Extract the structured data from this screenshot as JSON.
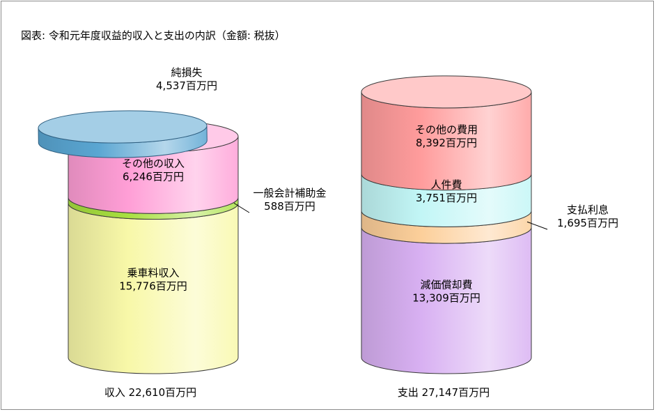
{
  "chart_data": {
    "type": "stacked-cylinder",
    "title": "図表: 令和元年度収益的収入と支出の内訳（金額: 税抜）",
    "unit": "百万円",
    "columns": [
      {
        "key": "revenue",
        "label": "収入",
        "total": 22610,
        "total_text": "収入  22,610百万円",
        "segments": [
          {
            "name": "乗車料収入",
            "value": 15776,
            "value_text": "15,776百万円",
            "color": "#f8f8a8"
          },
          {
            "name": "一般会計補助金",
            "value": 588,
            "value_text": "588百万円",
            "color": "#a8e040",
            "callout": true
          },
          {
            "name": "その他の収入",
            "value": 6246,
            "value_text": "6,246百万円",
            "color": "#ff9ed6"
          }
        ],
        "offset_segment": {
          "name": "純損失",
          "value": 4537,
          "value_text": "4,537百万円",
          "color": "#5aa6d2"
        }
      },
      {
        "key": "expense",
        "label": "支出",
        "total": 27147,
        "total_text": "支出  27,147百万円",
        "segments": [
          {
            "name": "減価償却費",
            "value": 13309,
            "value_text": "13,309百万円",
            "color": "#d8b0f2"
          },
          {
            "name": "支払利息",
            "value": 1695,
            "value_text": "1,695百万円",
            "color": "#fccf9a",
            "callout": true
          },
          {
            "name": "人件費",
            "value": 3751,
            "value_text": "3,751百万円",
            "color": "#c2f6f6"
          },
          {
            "name": "その他の費用",
            "value": 8392,
            "value_text": "8,392百万円",
            "color": "#ff9c9c"
          }
        ]
      }
    ]
  }
}
